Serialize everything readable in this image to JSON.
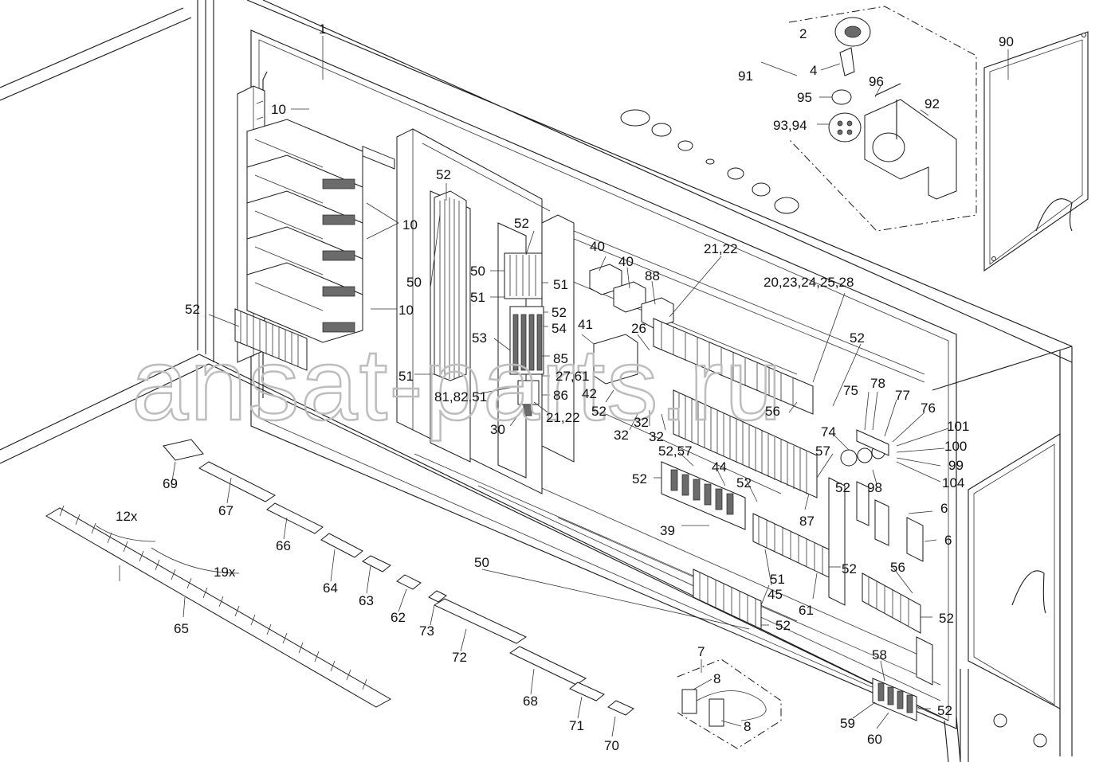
{
  "watermark": "ansat-parts.ru",
  "labels": [
    {
      "id": "l1",
      "text": "1"
    },
    {
      "id": "l2",
      "text": "2"
    },
    {
      "id": "l4",
      "text": "4"
    },
    {
      "id": "l6a",
      "text": "6"
    },
    {
      "id": "l6b",
      "text": "6"
    },
    {
      "id": "l7",
      "text": "7"
    },
    {
      "id": "l8a",
      "text": "8"
    },
    {
      "id": "l8b",
      "text": "8"
    },
    {
      "id": "l10a",
      "text": "10"
    },
    {
      "id": "l10b",
      "text": "10"
    },
    {
      "id": "l10c",
      "text": "10"
    },
    {
      "id": "l12x",
      "text": "12x"
    },
    {
      "id": "l19x",
      "text": "19x"
    },
    {
      "id": "l2022",
      "text": "20,23,24,25,28"
    },
    {
      "id": "l2122a",
      "text": "21,22"
    },
    {
      "id": "l2122b",
      "text": "21,22"
    },
    {
      "id": "l26",
      "text": "26"
    },
    {
      "id": "l2761",
      "text": "27,61"
    },
    {
      "id": "l30",
      "text": "30"
    },
    {
      "id": "l32a",
      "text": "32"
    },
    {
      "id": "l32b",
      "text": "32"
    },
    {
      "id": "l32c",
      "text": "32"
    },
    {
      "id": "l39",
      "text": "39"
    },
    {
      "id": "l40a",
      "text": "40"
    },
    {
      "id": "l40b",
      "text": "40"
    },
    {
      "id": "l41",
      "text": "41"
    },
    {
      "id": "l42",
      "text": "42"
    },
    {
      "id": "l44",
      "text": "44"
    },
    {
      "id": "l45",
      "text": "45"
    },
    {
      "id": "l50a",
      "text": "50"
    },
    {
      "id": "l50b",
      "text": "50"
    },
    {
      "id": "l50c",
      "text": "50"
    },
    {
      "id": "l51a",
      "text": "51"
    },
    {
      "id": "l51b",
      "text": "51"
    },
    {
      "id": "l51c",
      "text": "51"
    },
    {
      "id": "l51d",
      "text": "51"
    },
    {
      "id": "l52a",
      "text": "52"
    },
    {
      "id": "l52b",
      "text": "52"
    },
    {
      "id": "l52c",
      "text": "52"
    },
    {
      "id": "l52d",
      "text": "52"
    },
    {
      "id": "l52e",
      "text": "52"
    },
    {
      "id": "l52f",
      "text": "52"
    },
    {
      "id": "l52g",
      "text": "52"
    },
    {
      "id": "l52h",
      "text": "52"
    },
    {
      "id": "l52i",
      "text": "52"
    },
    {
      "id": "l52j",
      "text": "52"
    },
    {
      "id": "l52k",
      "text": "52"
    },
    {
      "id": "l52l",
      "text": "52"
    },
    {
      "id": "l52m",
      "text": "52"
    },
    {
      "id": "l5257",
      "text": "52,57"
    },
    {
      "id": "l53",
      "text": "53"
    },
    {
      "id": "l54",
      "text": "54"
    },
    {
      "id": "l56a",
      "text": "56"
    },
    {
      "id": "l56b",
      "text": "56"
    },
    {
      "id": "l57",
      "text": "57"
    },
    {
      "id": "l58",
      "text": "58"
    },
    {
      "id": "l59",
      "text": "59"
    },
    {
      "id": "l60",
      "text": "60"
    },
    {
      "id": "l61",
      "text": "61"
    },
    {
      "id": "l62",
      "text": "62"
    },
    {
      "id": "l63",
      "text": "63"
    },
    {
      "id": "l64",
      "text": "64"
    },
    {
      "id": "l65",
      "text": "65"
    },
    {
      "id": "l66",
      "text": "66"
    },
    {
      "id": "l67",
      "text": "67"
    },
    {
      "id": "l68",
      "text": "68"
    },
    {
      "id": "l69",
      "text": "69"
    },
    {
      "id": "l70",
      "text": "70"
    },
    {
      "id": "l71",
      "text": "71"
    },
    {
      "id": "l72",
      "text": "72"
    },
    {
      "id": "l73",
      "text": "73"
    },
    {
      "id": "l74",
      "text": "74"
    },
    {
      "id": "l75",
      "text": "75"
    },
    {
      "id": "l76",
      "text": "76"
    },
    {
      "id": "l77",
      "text": "77"
    },
    {
      "id": "l78",
      "text": "78"
    },
    {
      "id": "l8182",
      "text": "81,82,51"
    },
    {
      "id": "l85",
      "text": "85"
    },
    {
      "id": "l86",
      "text": "86"
    },
    {
      "id": "l87",
      "text": "87"
    },
    {
      "id": "l88",
      "text": "88"
    },
    {
      "id": "l90",
      "text": "90"
    },
    {
      "id": "l91",
      "text": "91"
    },
    {
      "id": "l92",
      "text": "92"
    },
    {
      "id": "l9394",
      "text": "93,94"
    },
    {
      "id": "l95",
      "text": "95"
    },
    {
      "id": "l96",
      "text": "96"
    },
    {
      "id": "l98",
      "text": "98"
    },
    {
      "id": "l99",
      "text": "99"
    },
    {
      "id": "l100",
      "text": "100"
    },
    {
      "id": "l101",
      "text": "101"
    },
    {
      "id": "l104",
      "text": "104"
    }
  ]
}
